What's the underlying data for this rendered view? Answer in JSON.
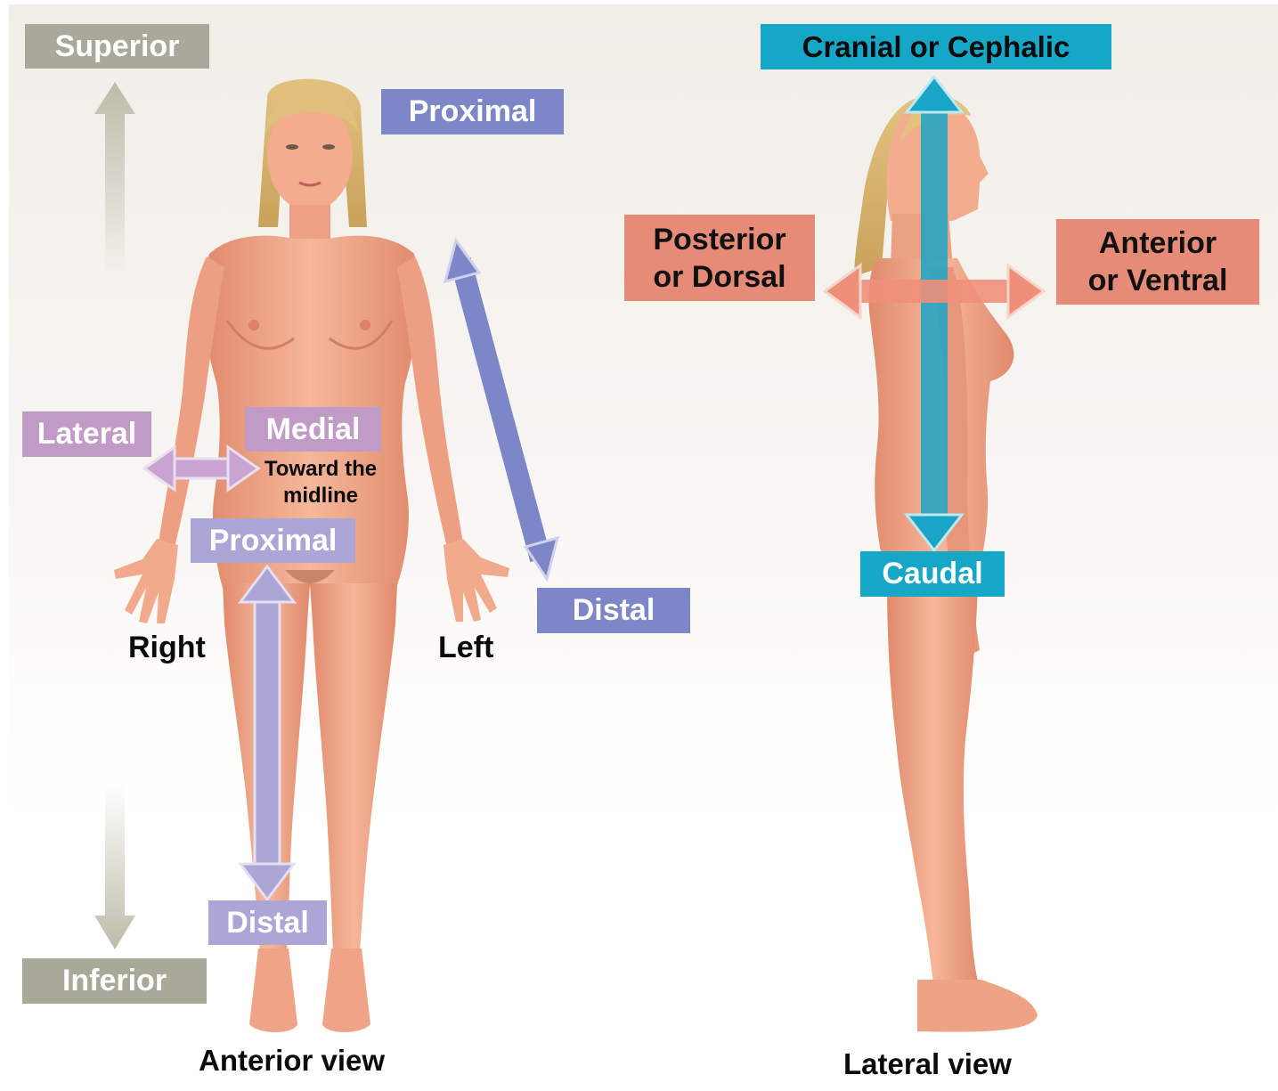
{
  "anterior": {
    "superior": "Superior",
    "inferior": "Inferior",
    "proximal_arm": "Proximal",
    "distal_arm": "Distal",
    "lateral": "Lateral",
    "medial": "Medial",
    "medial_note_line1": "Toward the",
    "medial_note_line2": "midline",
    "proximal_leg": "Proximal",
    "distal_leg": "Distal",
    "right": "Right",
    "left": "Left",
    "caption": "Anterior view"
  },
  "lateral": {
    "cranial": "Cranial or Cephalic",
    "caudal": "Caudal",
    "posterior_line1": "Posterior",
    "posterior_line2": "or Dorsal",
    "anterior_line1": "Anterior",
    "anterior_line2": "or Ventral",
    "caption": "Lateral view"
  },
  "colors": {
    "gray_label": "#a9a99a",
    "blue_label": "#7d86c6",
    "purple_label": "#c09bc6",
    "lavender_label": "#aba6d6",
    "cyan_label": "#17a7c6",
    "salmon_label": "#e58b78",
    "skin": "#f0a88a"
  }
}
